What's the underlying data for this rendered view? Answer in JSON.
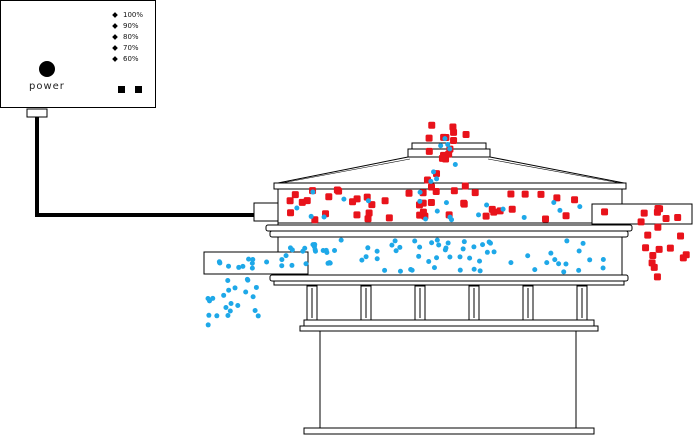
{
  "control_box": {
    "power_label": "power",
    "levels": [
      "100%",
      "90%",
      "80%",
      "70%",
      "60%"
    ],
    "indicator_count": 2
  },
  "colors": {
    "coarse_particles": "#e8131b",
    "fine_particles": "#1ea8e8",
    "outline": "#000000"
  },
  "icons": {
    "power_knob": "power-knob-icon",
    "level_marker": "diamond-icon"
  }
}
